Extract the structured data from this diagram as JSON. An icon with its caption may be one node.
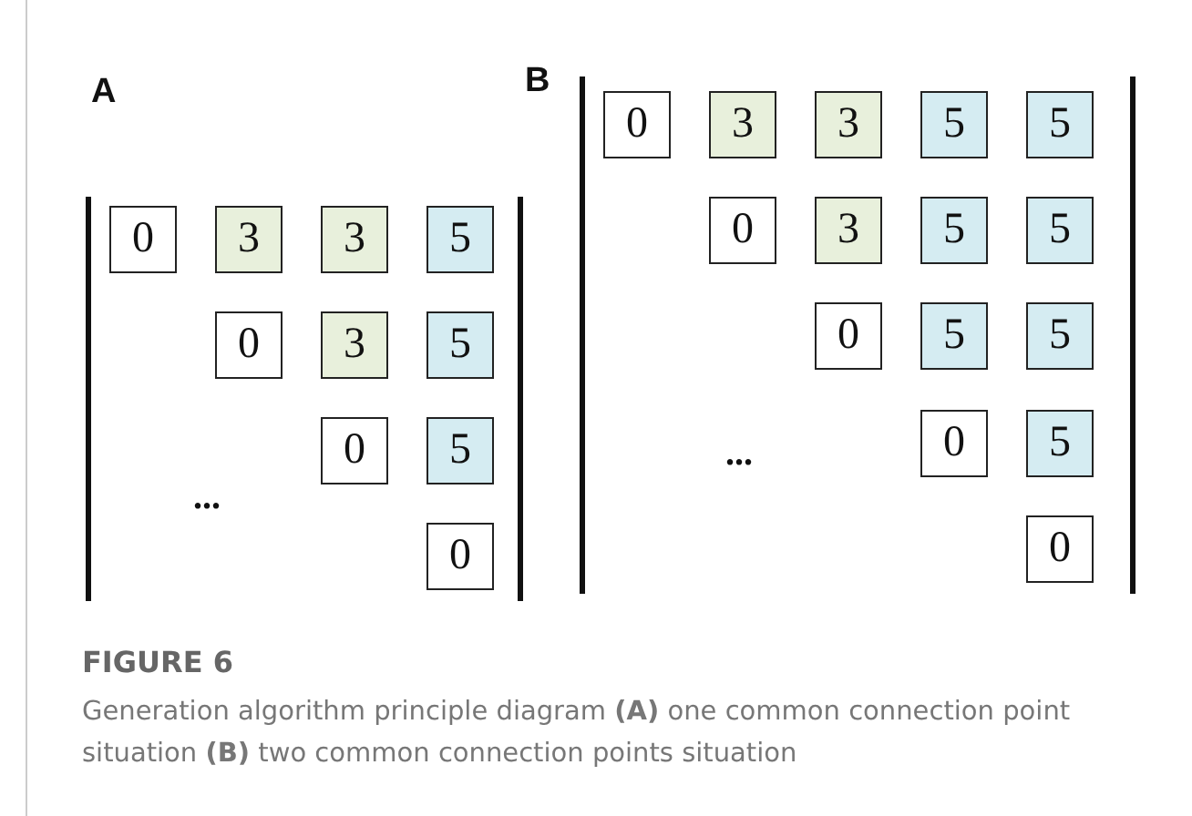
{
  "diagram": {
    "title": "FIGURE 6",
    "caption": "Generation algorithm principle diagram **(A)** one common connection point situation **(B)** two common connection points situation",
    "nodes": [
      {
        "text": [
          "0"
        ]
      },
      {
        "text": [
          "3"
        ]
      },
      {
        "text": [
          "3"
        ]
      },
      {
        "text": [
          "5"
        ]
      },
      {
        "text": [
          "0"
        ]
      },
      {
        "text": [
          "3"
        ]
      },
      {
        "text": [
          "5"
        ]
      },
      {
        "text": [
          "0"
        ]
      },
      {
        "text": [
          "5"
        ]
      },
      {
        "text": [
          "0"
        ]
      },
      {
        "text": [
          "0"
        ]
      },
      {
        "text": [
          "3"
        ]
      },
      {
        "text": [
          "3"
        ]
      },
      {
        "text": [
          "5"
        ]
      },
      {
        "text": [
          "5"
        ]
      },
      {
        "text": [
          "0"
        ]
      },
      {
        "text": [
          "3"
        ]
      },
      {
        "text": [
          "5"
        ]
      },
      {
        "text": [
          "5"
        ]
      },
      {
        "text": [
          "0"
        ]
      },
      {
        "text": [
          "5"
        ]
      },
      {
        "text": [
          "5"
        ]
      },
      {
        "text": [
          "0"
        ]
      },
      {
        "text": [
          "5"
        ]
      },
      {
        "text": [
          "0"
        ]
      }
    ],
    "labels": [
      "A",
      "B",
      "...",
      "..."
    ]
  }
}
